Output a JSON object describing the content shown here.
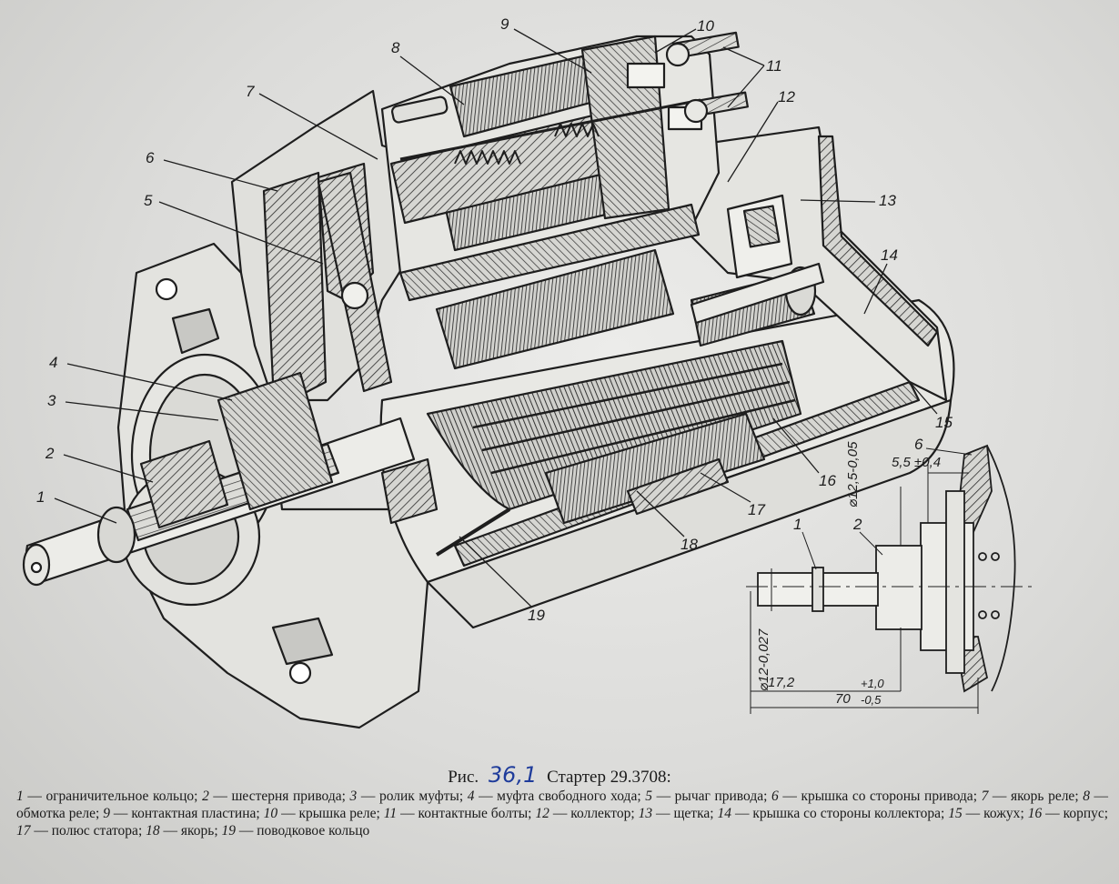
{
  "figure": {
    "prefix": "Рис.",
    "number_handwritten": "36,1",
    "title": "Стартер 29.3708:"
  },
  "legend": [
    {
      "n": "1",
      "text": "ограничительное кольцо"
    },
    {
      "n": "2",
      "text": "шестерня привода"
    },
    {
      "n": "3",
      "text": "ролик муфты"
    },
    {
      "n": "4",
      "text": "муфта свободного хода"
    },
    {
      "n": "5",
      "text": "рычаг привода"
    },
    {
      "n": "6",
      "text": "крышка со стороны привода"
    },
    {
      "n": "7",
      "text": "якорь реле"
    },
    {
      "n": "8",
      "text": "обмотка реле"
    },
    {
      "n": "9",
      "text": "контактная пластина"
    },
    {
      "n": "10",
      "text": "крышка реле"
    },
    {
      "n": "11",
      "text": "контактные болты"
    },
    {
      "n": "12",
      "text": "коллектор"
    },
    {
      "n": "13",
      "text": "щетка"
    },
    {
      "n": "14",
      "text": "крышка со стороны коллектора"
    },
    {
      "n": "15",
      "text": "кожух"
    },
    {
      "n": "16",
      "text": "корпус"
    },
    {
      "n": "17",
      "text": "полюс статора"
    },
    {
      "n": "18",
      "text": "якорь"
    },
    {
      "n": "19",
      "text": "поводковое кольцо"
    }
  ],
  "callouts": [
    "1",
    "2",
    "3",
    "4",
    "5",
    "6",
    "7",
    "8",
    "9",
    "10",
    "11",
    "12",
    "13",
    "14",
    "15",
    "16",
    "17",
    "18",
    "19"
  ],
  "detail": {
    "labels": {
      "ring": "1",
      "gear": "2",
      "cover": "6"
    },
    "dimensions": {
      "gap": "5,5 ±0,4",
      "gear_dia": "⌀12,5-0,05",
      "shaft_dia": "⌀12-0,027",
      "len_a": "17,2",
      "len_b": "70",
      "len_b_tol_upper": "+1,0",
      "len_b_tol_lower": "-0,5"
    }
  }
}
